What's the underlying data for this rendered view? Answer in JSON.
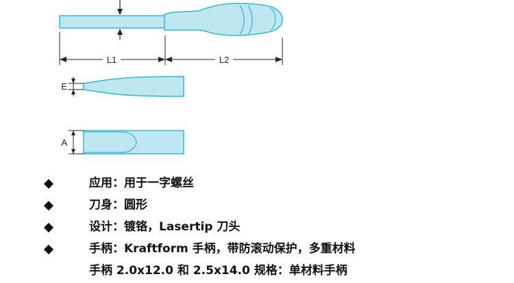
{
  "dimensions": {
    "l1": "L1",
    "l2": "L2",
    "e": "E",
    "a": "A"
  },
  "features": [
    {
      "text": "应用：用于一字螺丝"
    },
    {
      "text": "刀身：圆形"
    },
    {
      "text": "设计：镀铬，Lasertip 刀头"
    },
    {
      "text": "手柄：Kraftform 手柄，带防滚动保护，多重材料"
    },
    {
      "text": "手柄 2.0x12.0 和 2.5x14.0 规格：单材料手柄"
    }
  ],
  "colors": {
    "fill": "#bfe7f1",
    "stroke": "#33b5d2",
    "line": "#222222"
  }
}
